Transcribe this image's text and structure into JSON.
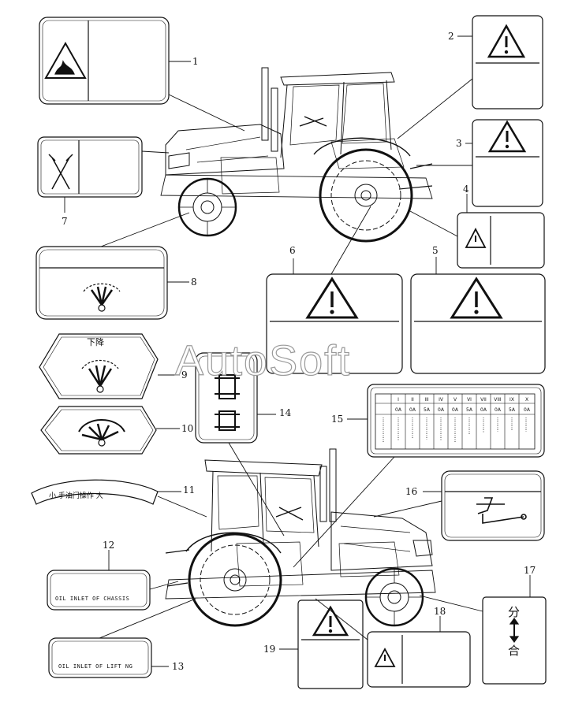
{
  "callouts": [
    "1",
    "2",
    "3",
    "4",
    "5",
    "6",
    "7",
    "8",
    "9",
    "10",
    "11",
    "12",
    "13",
    "14",
    "15",
    "16",
    "17",
    "18",
    "19"
  ],
  "labels": {
    "lowering": "下降",
    "throttle_strip": "小  手油门操作  大",
    "oil_inlet_chassis": "OIL INLET OF CHASSIS",
    "oil_inlet_lift": "OIL INLET  OF LIFT NG",
    "separate": "分",
    "combine": "合"
  },
  "fuse_table": {
    "headers": [
      "",
      "I",
      "II",
      "III",
      "IV",
      "V",
      "VI",
      "VII",
      "VIII",
      "IX",
      "X"
    ],
    "ratings": [
      "",
      "0A",
      "0A",
      "5A",
      "0A",
      "0A",
      "5A",
      "0A",
      "0A",
      "5A",
      "0A"
    ]
  },
  "watermark": "AutoSoft",
  "colors": {
    "line": "#111111",
    "watermark_stroke": "#9a9a9a"
  }
}
